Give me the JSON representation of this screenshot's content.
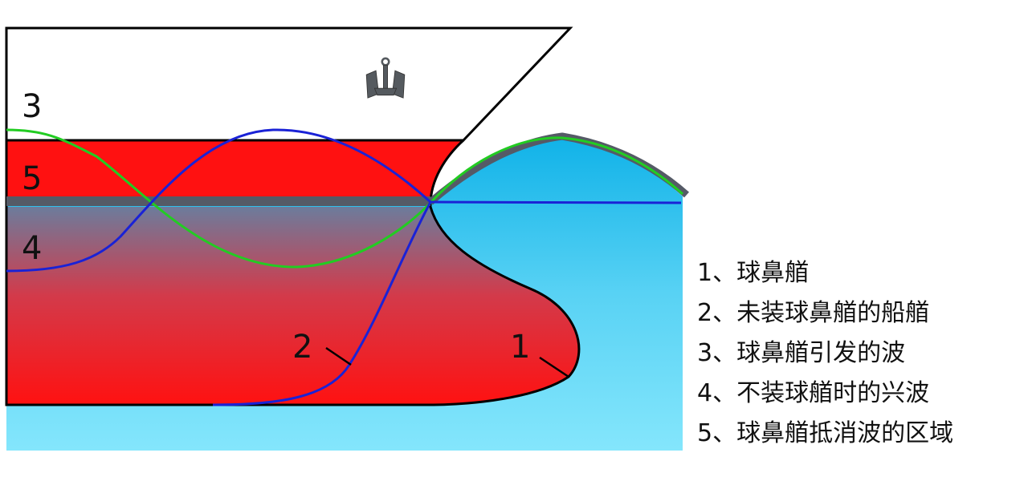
{
  "diagram": {
    "markers": {
      "m1": "1",
      "m2": "2",
      "m3": "3",
      "m4": "4",
      "m5": "5"
    },
    "icons": {
      "anchor": "anchor-icon"
    },
    "colors": {
      "hull_red": "#ff1111",
      "water_light": "#7ee4fb",
      "water_wave": "#15b9ec",
      "waterline_gray": "#555a66",
      "deck_white": "#ffffff",
      "outline": "#000000",
      "wave_bulb_green": "#22cc22",
      "wave_no_bulb_blue": "#1a22d6"
    }
  },
  "legend": {
    "items": [
      "1、球鼻艏",
      "2、未装球鼻艏的船艏",
      "3、球鼻艏引发的波",
      "4、不装球艏时的兴波",
      "5、球鼻艏抵消波的区域"
    ]
  }
}
